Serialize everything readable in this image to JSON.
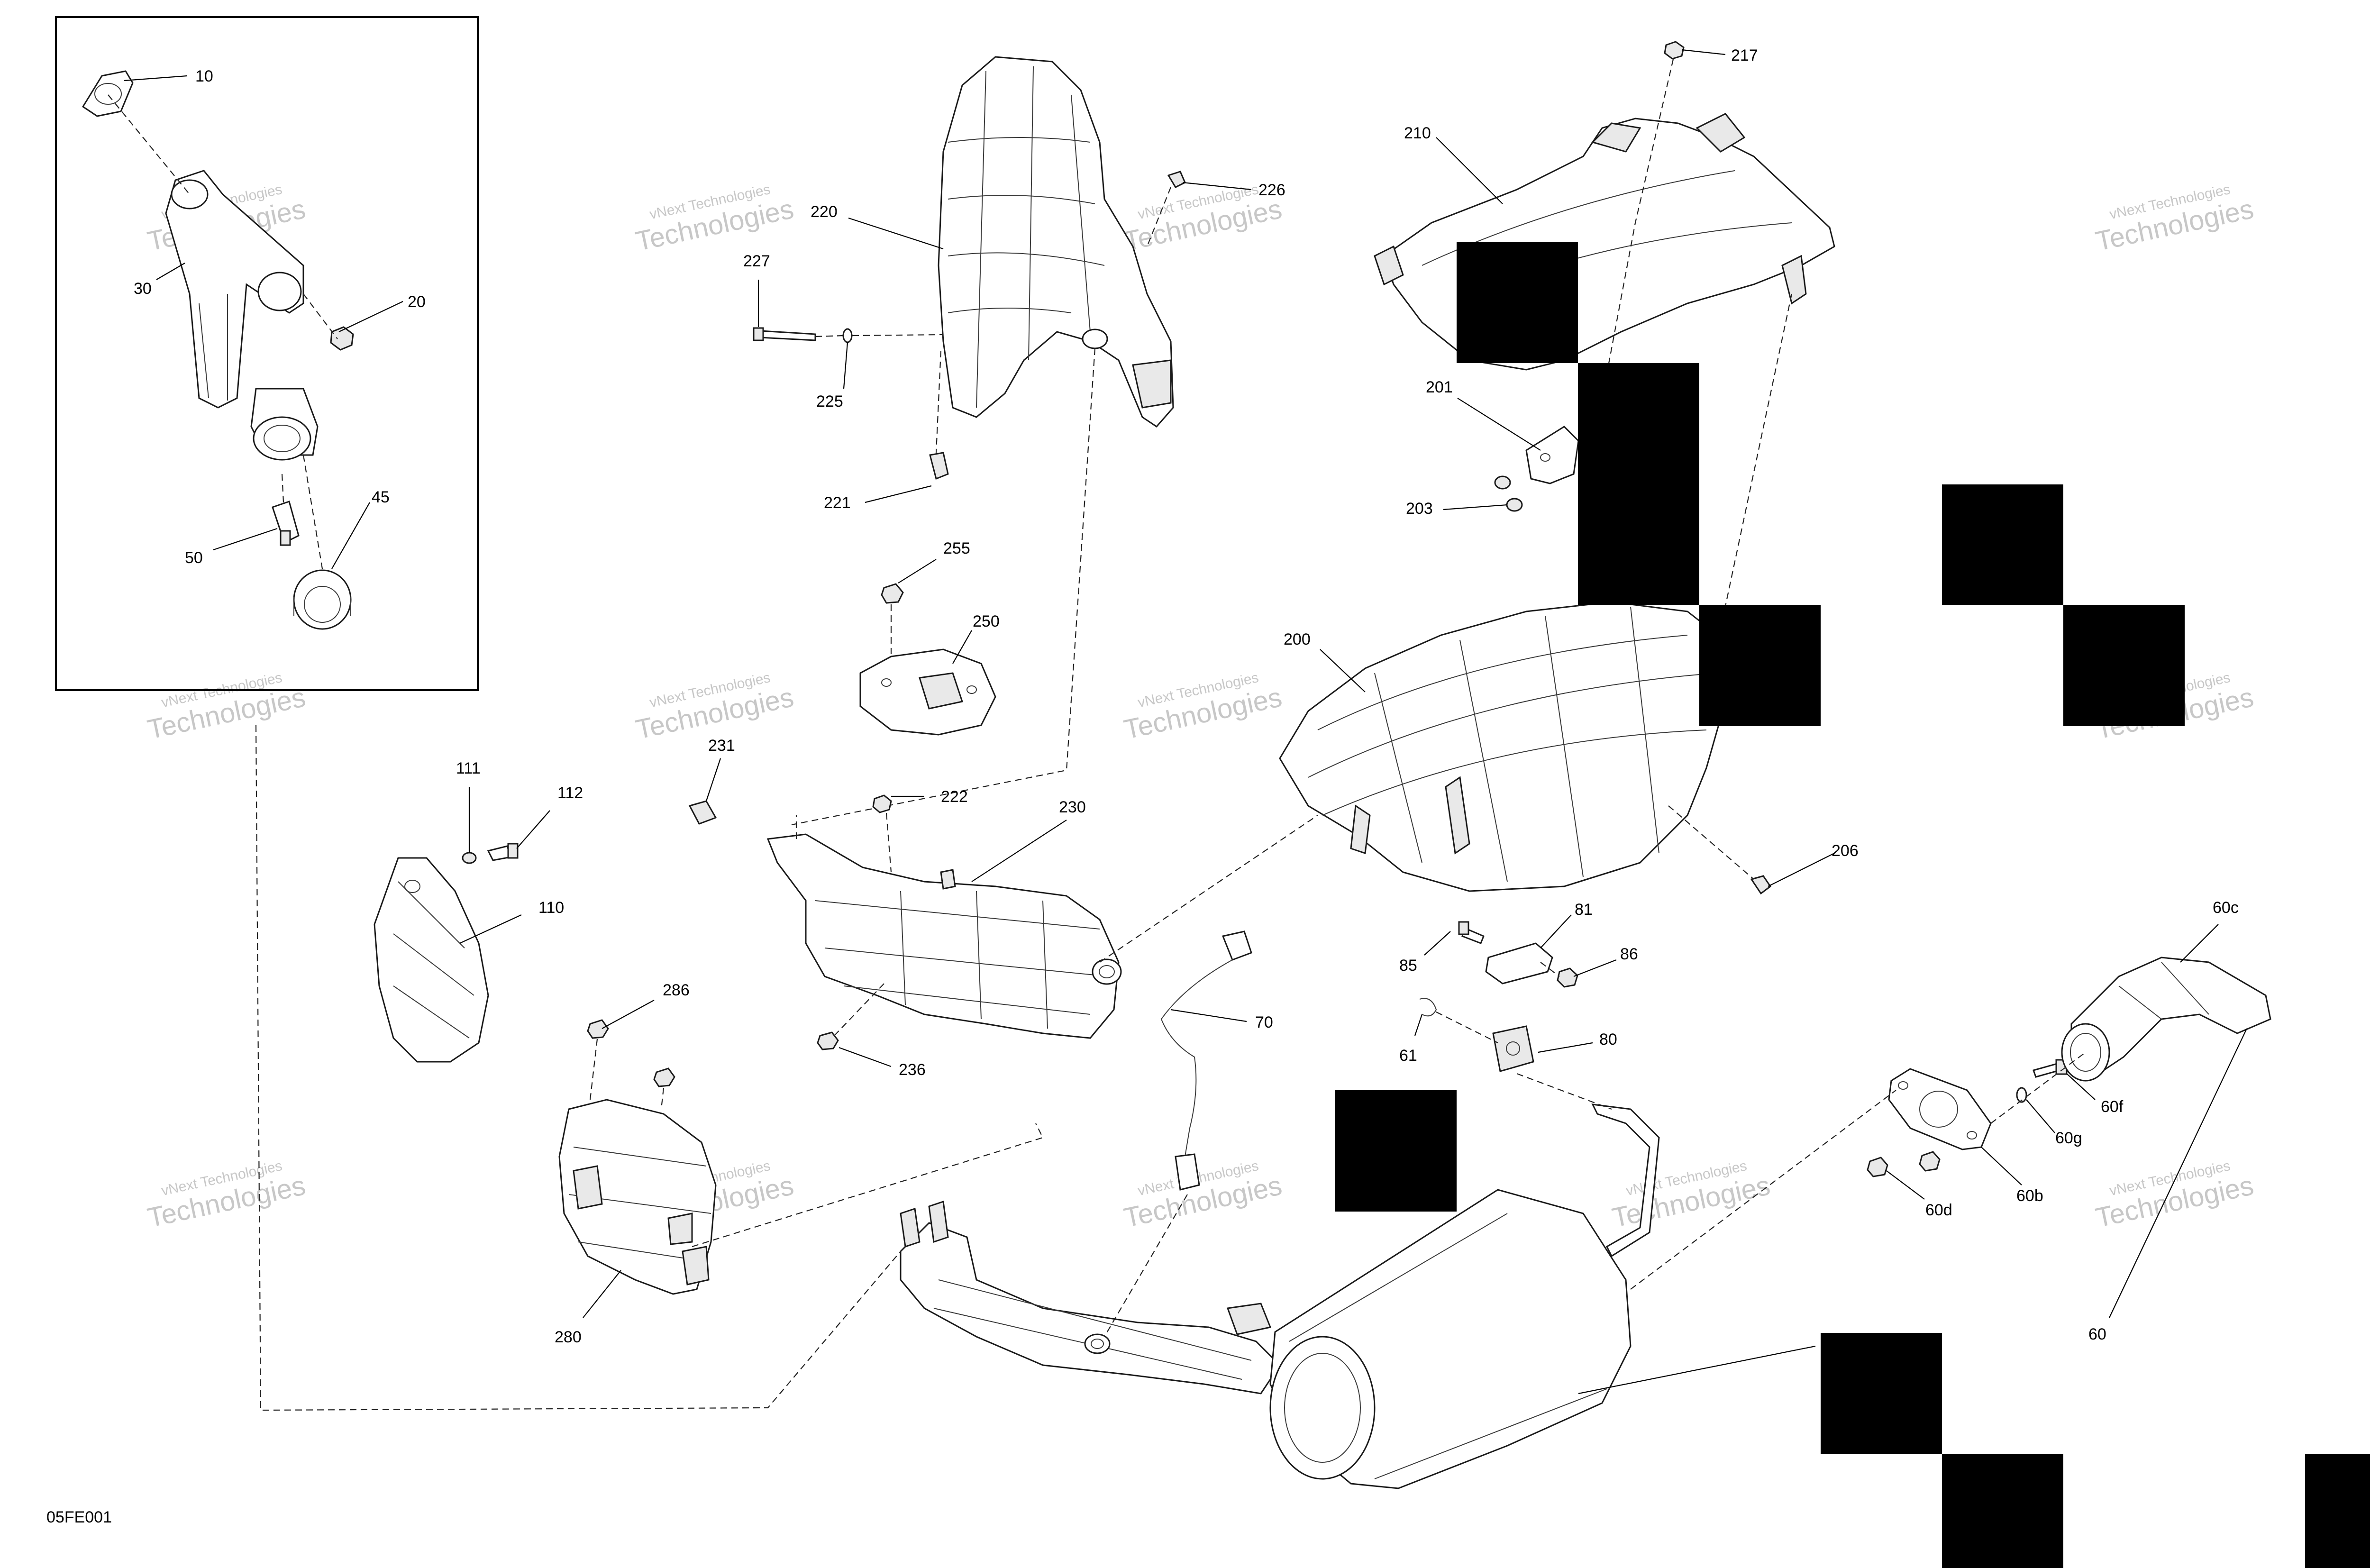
{
  "diagram": {
    "figure_code": "05FE001",
    "watermark": {
      "line1": "vNext Technologies",
      "line2": "Technologies"
    },
    "callouts": {
      "c10": "10",
      "c20": "20",
      "c30": "30",
      "c45": "45",
      "c50": "50",
      "c60": "60",
      "c60b": "60b",
      "c60c": "60c",
      "c60d": "60d",
      "c60f": "60f",
      "c60g": "60g",
      "c61": "61",
      "c70": "70",
      "c80": "80",
      "c81": "81",
      "c85": "85",
      "c86": "86",
      "c110": "110",
      "c111": "111",
      "c112": "112",
      "c200": "200",
      "c201": "201",
      "c203": "203",
      "c206": "206",
      "c210": "210",
      "c217": "217",
      "c220": "220",
      "c221": "221",
      "c222": "222",
      "c225": "225",
      "c226": "226",
      "c227": "227",
      "c230": "230",
      "c231": "231",
      "c236": "236",
      "c250": "250",
      "c255": "255",
      "c280": "280",
      "c286": "286"
    }
  }
}
